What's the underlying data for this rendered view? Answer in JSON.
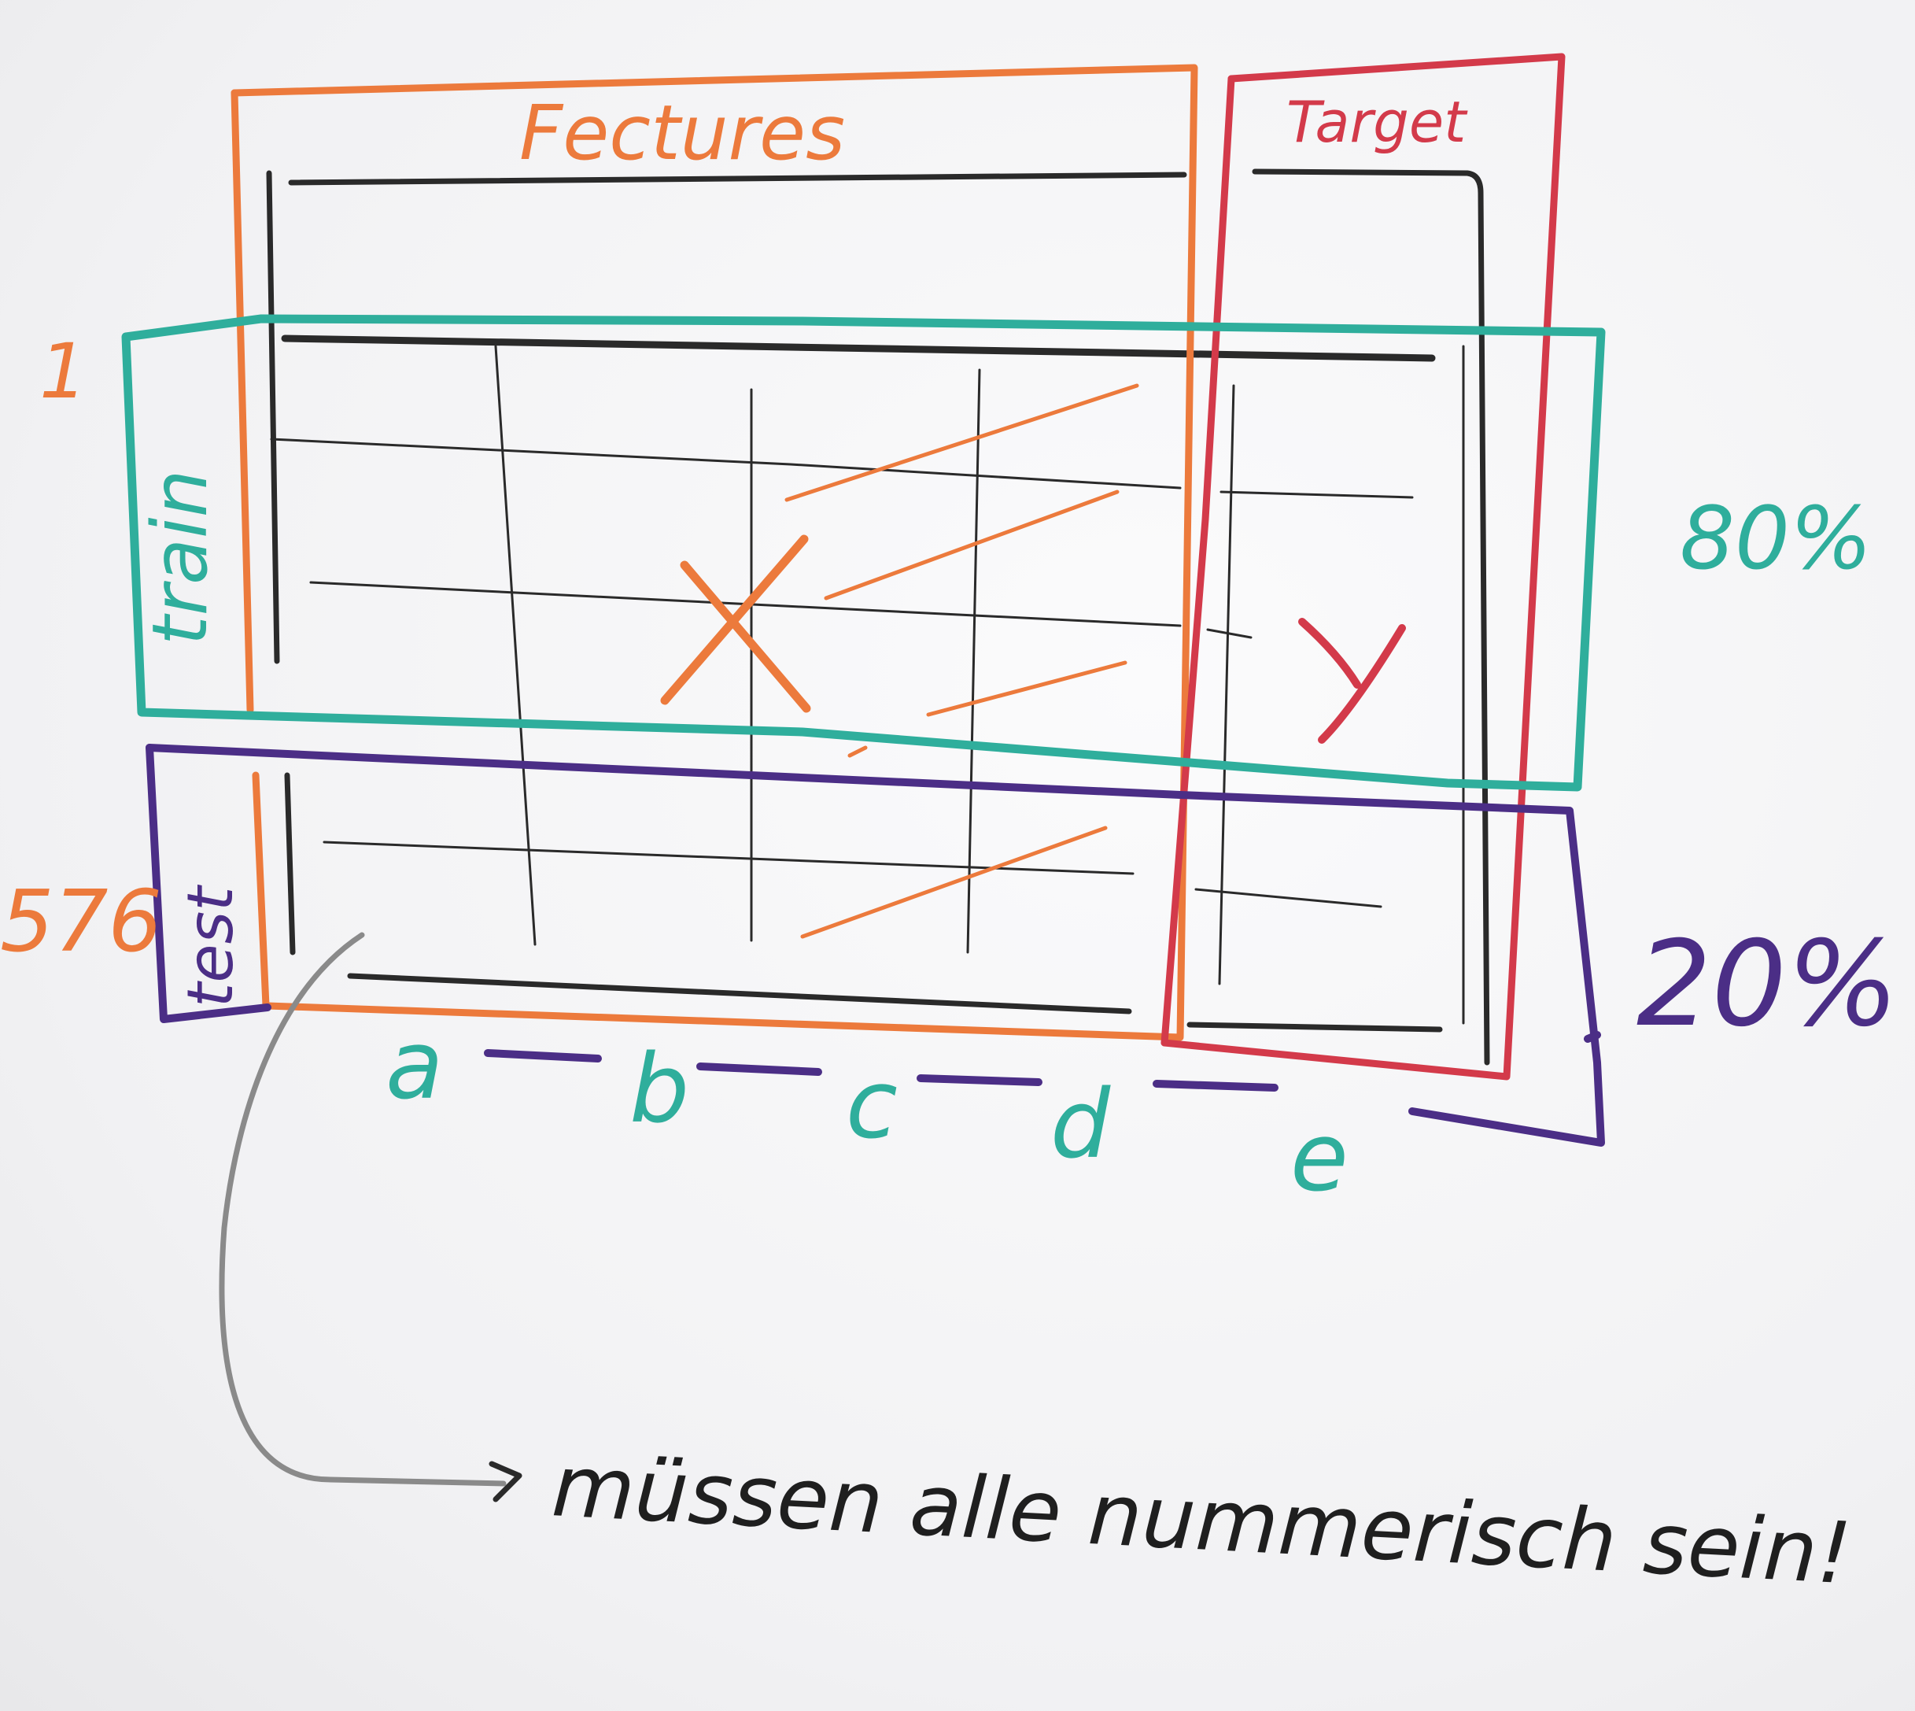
{
  "colors": {
    "orange": "#ec7a3c",
    "teal": "#2fae9c",
    "purple": "#4b2e86",
    "red": "#d33a4a",
    "black": "#2a2a2a",
    "gray": "#8a8a8a"
  },
  "labels": {
    "features": "Fectures",
    "target": "Target",
    "train": "train",
    "test": "test",
    "x": "X",
    "y": "y",
    "num_1": "1",
    "num_576": "576",
    "pct_80": "80%",
    "pct_20": "20%",
    "col_a": "a",
    "col_b": "b",
    "col_c": "c",
    "col_d": "d",
    "col_e": "e",
    "note": "müssen alle nummerisch sein!"
  }
}
